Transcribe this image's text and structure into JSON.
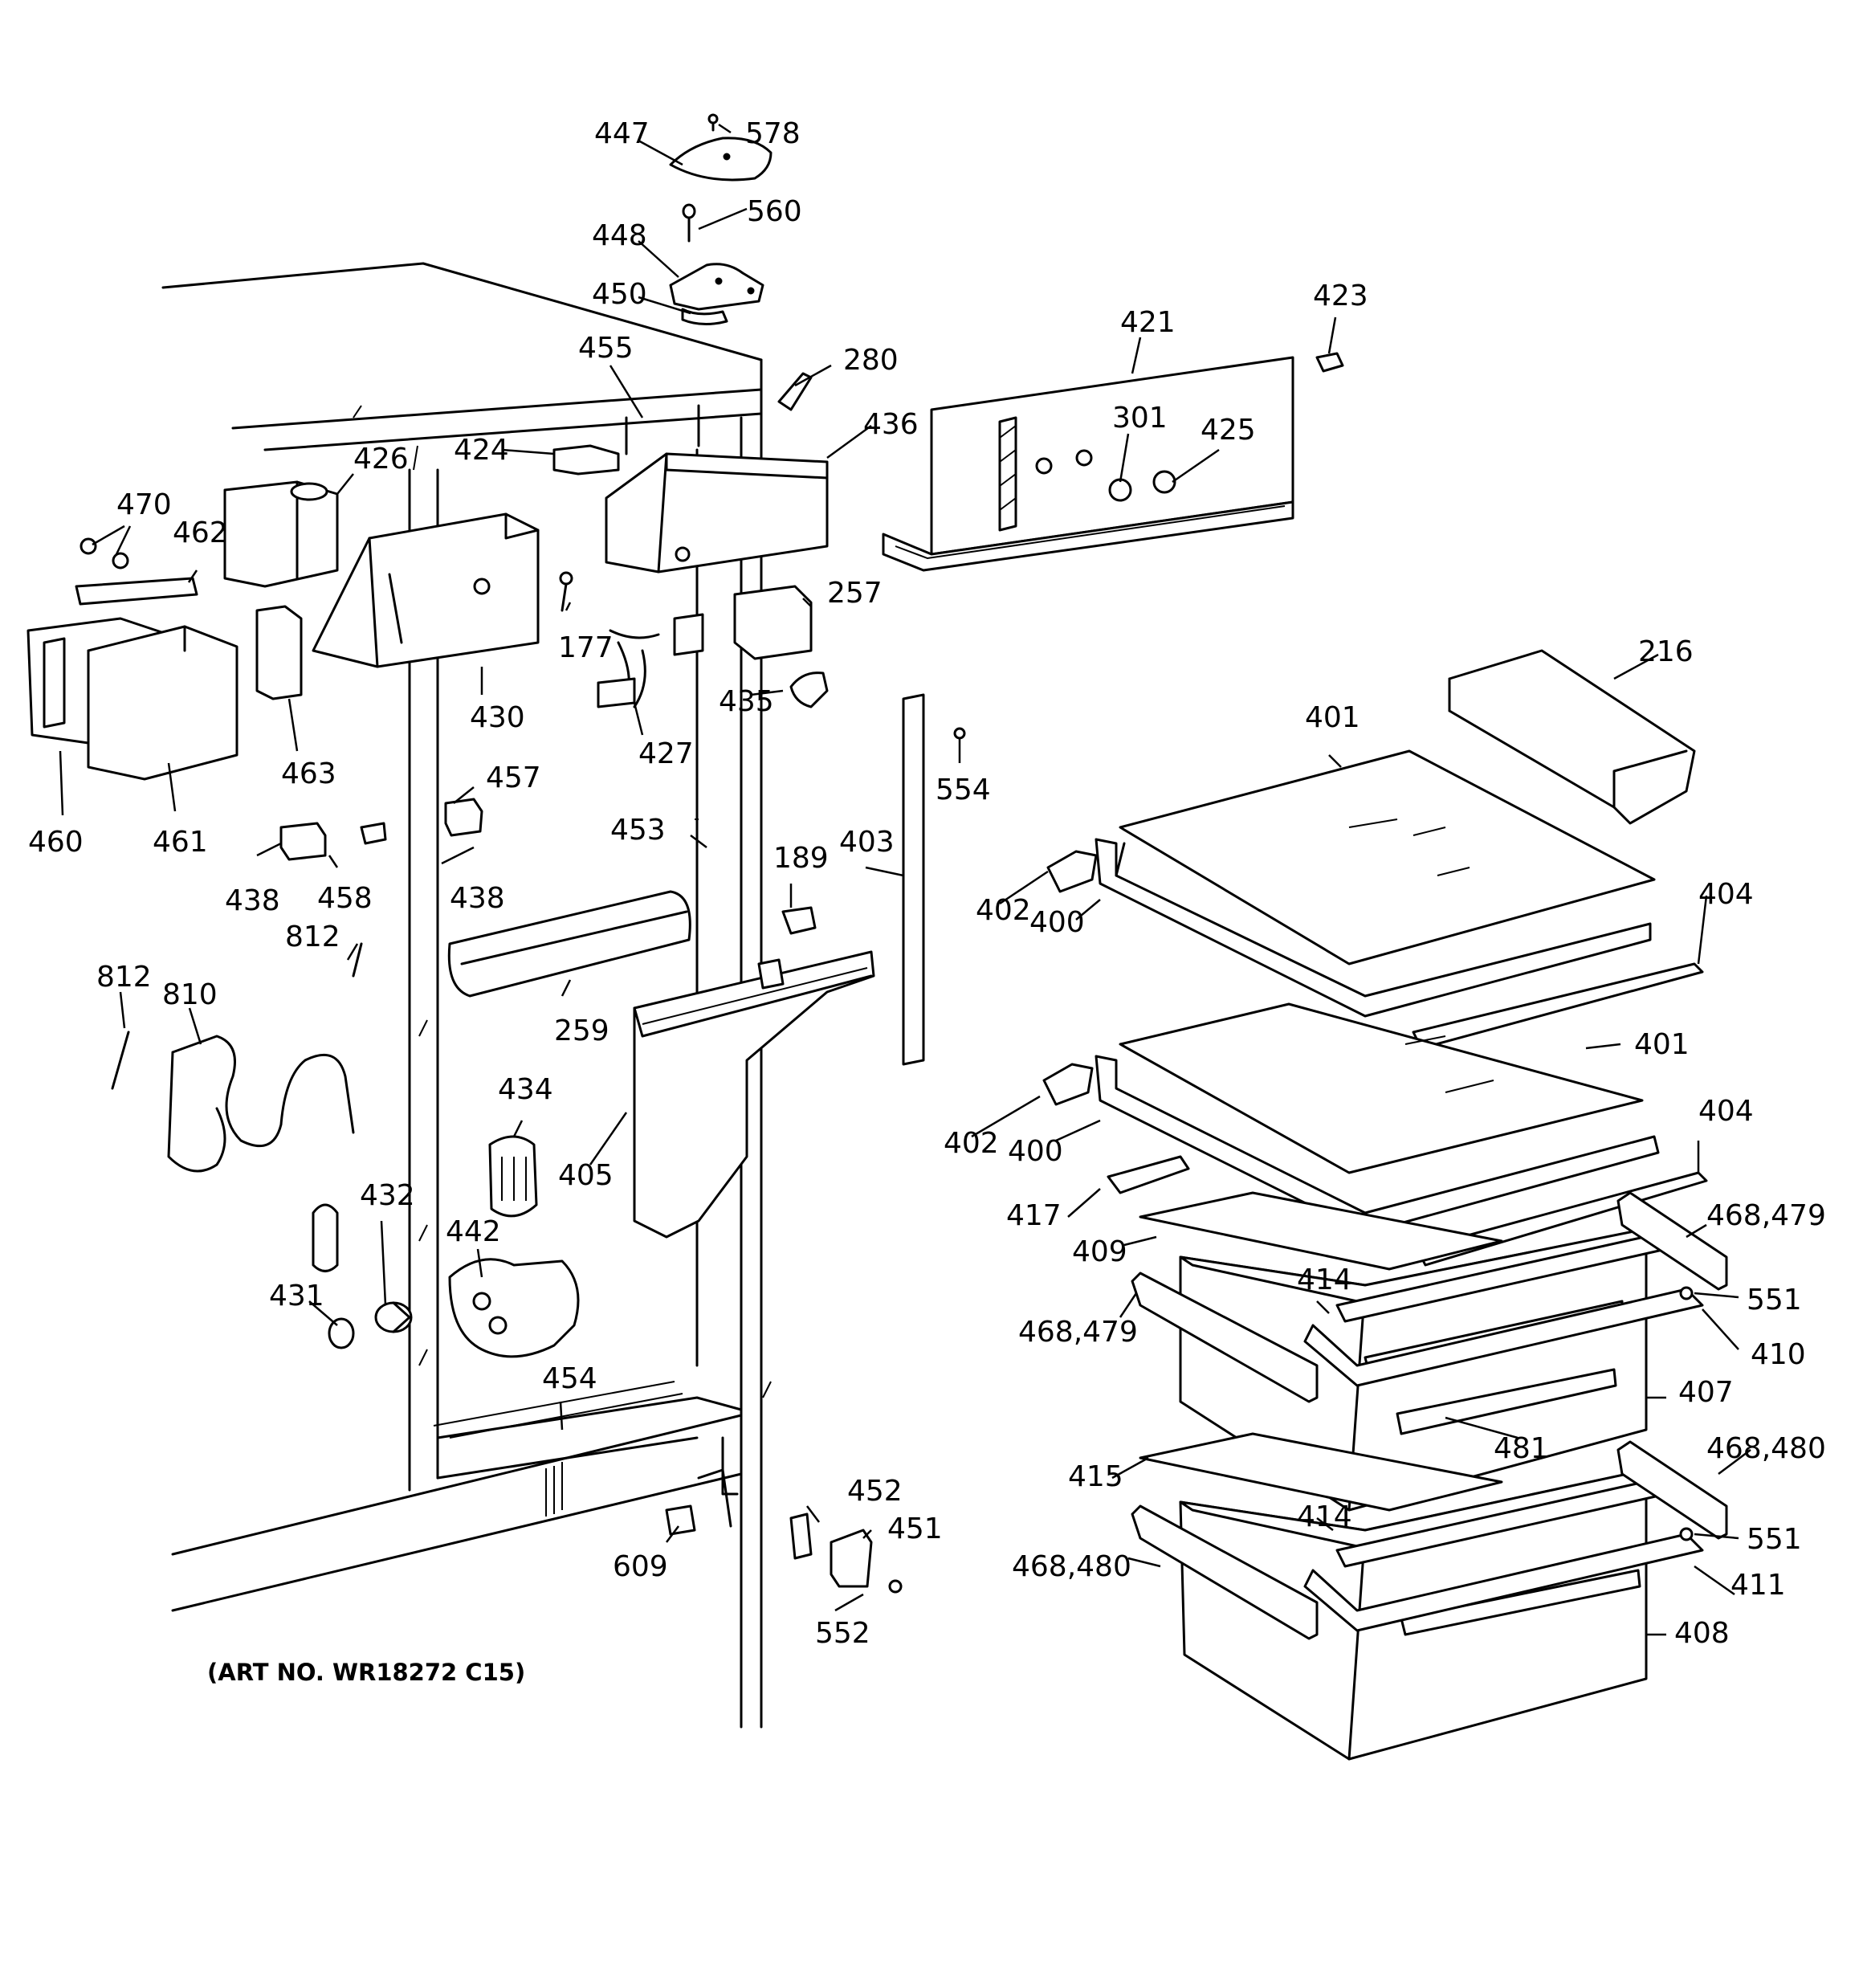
{
  "caption": "(ART NO. WR18272 C15)",
  "labels": [
    "447",
    "578",
    "560",
    "448",
    "450",
    "455",
    "280",
    "421",
    "423",
    "426",
    "424",
    "436",
    "301",
    "425",
    "470",
    "462",
    "177",
    "430",
    "257",
    "460",
    "461",
    "463",
    "427",
    "435",
    "401",
    "216",
    "457",
    "453",
    "554",
    "403",
    "458",
    "438",
    "189",
    "402",
    "400",
    "404",
    "812",
    "810",
    "259",
    "434",
    "405",
    "417",
    "432",
    "442",
    "409",
    "468,479",
    "431",
    "414",
    "551",
    "410",
    "454",
    "407",
    "481",
    "415",
    "452",
    "451",
    "609",
    "552",
    "411",
    "408",
    "468,480"
  ],
  "colors": {
    "ink": "#000000",
    "paper": "#ffffff"
  }
}
